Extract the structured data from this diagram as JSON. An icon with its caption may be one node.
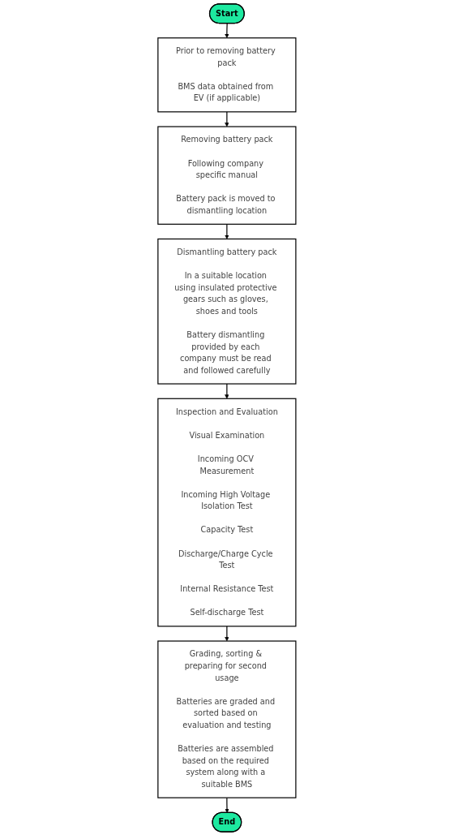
{
  "diagram": {
    "nodes": [
      {
        "text": [
          "Start"
        ]
      },
      {
        "text": [
          "Prior to removing battery pack",
          "BMS data obtained from EV (if applicable)"
        ]
      },
      {
        "text": [
          "Removing battery pack",
          "Following company specific manual",
          "Battery pack is moved to dismantling location"
        ]
      },
      {
        "text": [
          "Dismantling battery pack",
          "In a suitable location using insulated protective gears such as gloves, shoes and tools",
          "Battery dismantling provided by each company must be read and followed carefully"
        ]
      },
      {
        "text": [
          "Inspection and Evaluation",
          "Visual Examination",
          "Incoming OCV Measurement",
          "Incoming High Voltage Isolation Test",
          "Capacity Test",
          "Discharge/Charge Cycle Test",
          "Internal Resistance Test",
          "Self-discharge Test"
        ]
      },
      {
        "text": [
          "Grading, sorting & preparing for second usage",
          "Batteries are graded and sorted based on evaluation and testing",
          "Batteries are assembled based on the required system along with a suitable BMS"
        ]
      },
      {
        "text": [
          "End"
        ]
      }
    ],
    "edges": [
      {
        "from": 0,
        "to": 1,
        "arrow": "to"
      },
      {
        "from": 1,
        "to": 2,
        "arrow": "to"
      },
      {
        "from": 2,
        "to": 3,
        "arrow": "to"
      },
      {
        "from": 3,
        "to": 4,
        "arrow": "to"
      },
      {
        "from": 4,
        "to": 5,
        "arrow": "to"
      },
      {
        "from": 5,
        "to": 6,
        "arrow": "to"
      }
    ]
  }
}
